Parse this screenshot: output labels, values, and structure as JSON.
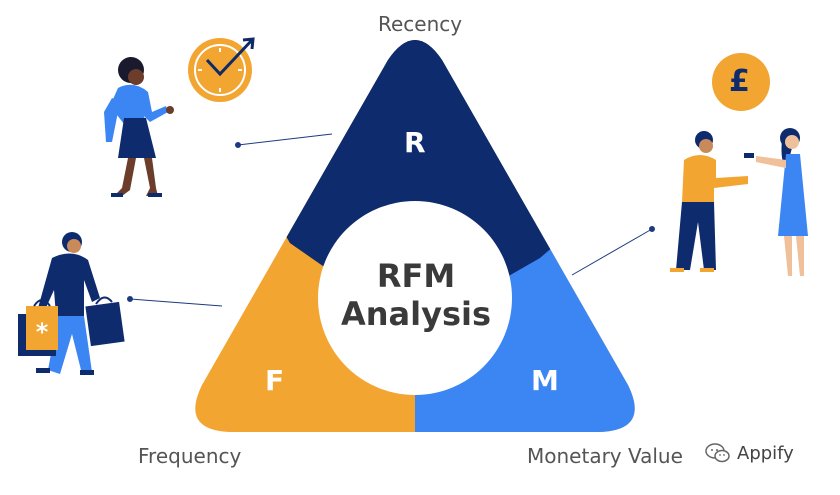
{
  "diagram": {
    "labels": {
      "top": "Recency",
      "left": "Frequency",
      "right": "Monetary Value"
    },
    "segments": {
      "r": "R",
      "f": "F",
      "m": "M"
    },
    "center": {
      "line1": "RFM",
      "line2": "Analysis"
    },
    "colors": {
      "recency": "#0e2b6e",
      "frequency": "#f3a531",
      "monetary": "#3c86f4",
      "coin": "#f3a531",
      "navy": "#0f2a66"
    },
    "coin_symbol": "£"
  },
  "brand": {
    "name": "Appify",
    "icon": "wechat-icon"
  }
}
